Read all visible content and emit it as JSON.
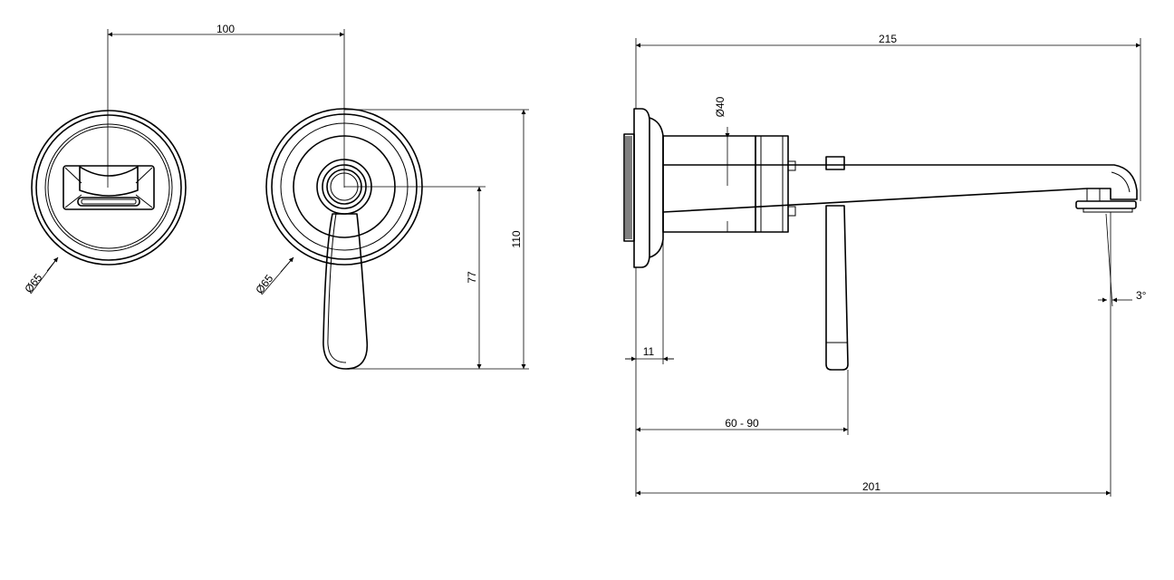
{
  "dimensions": {
    "width_left": "100",
    "height_total": "110",
    "height_handle": "77",
    "dia_left_plate": "Ø65",
    "dia_right_plate": "Ø65",
    "overall_length": "215",
    "dia_body": "Ø40",
    "plate_thickness": "11",
    "wall_depth": "60 - 90",
    "spout_projection": "201",
    "spout_angle": "3°"
  }
}
